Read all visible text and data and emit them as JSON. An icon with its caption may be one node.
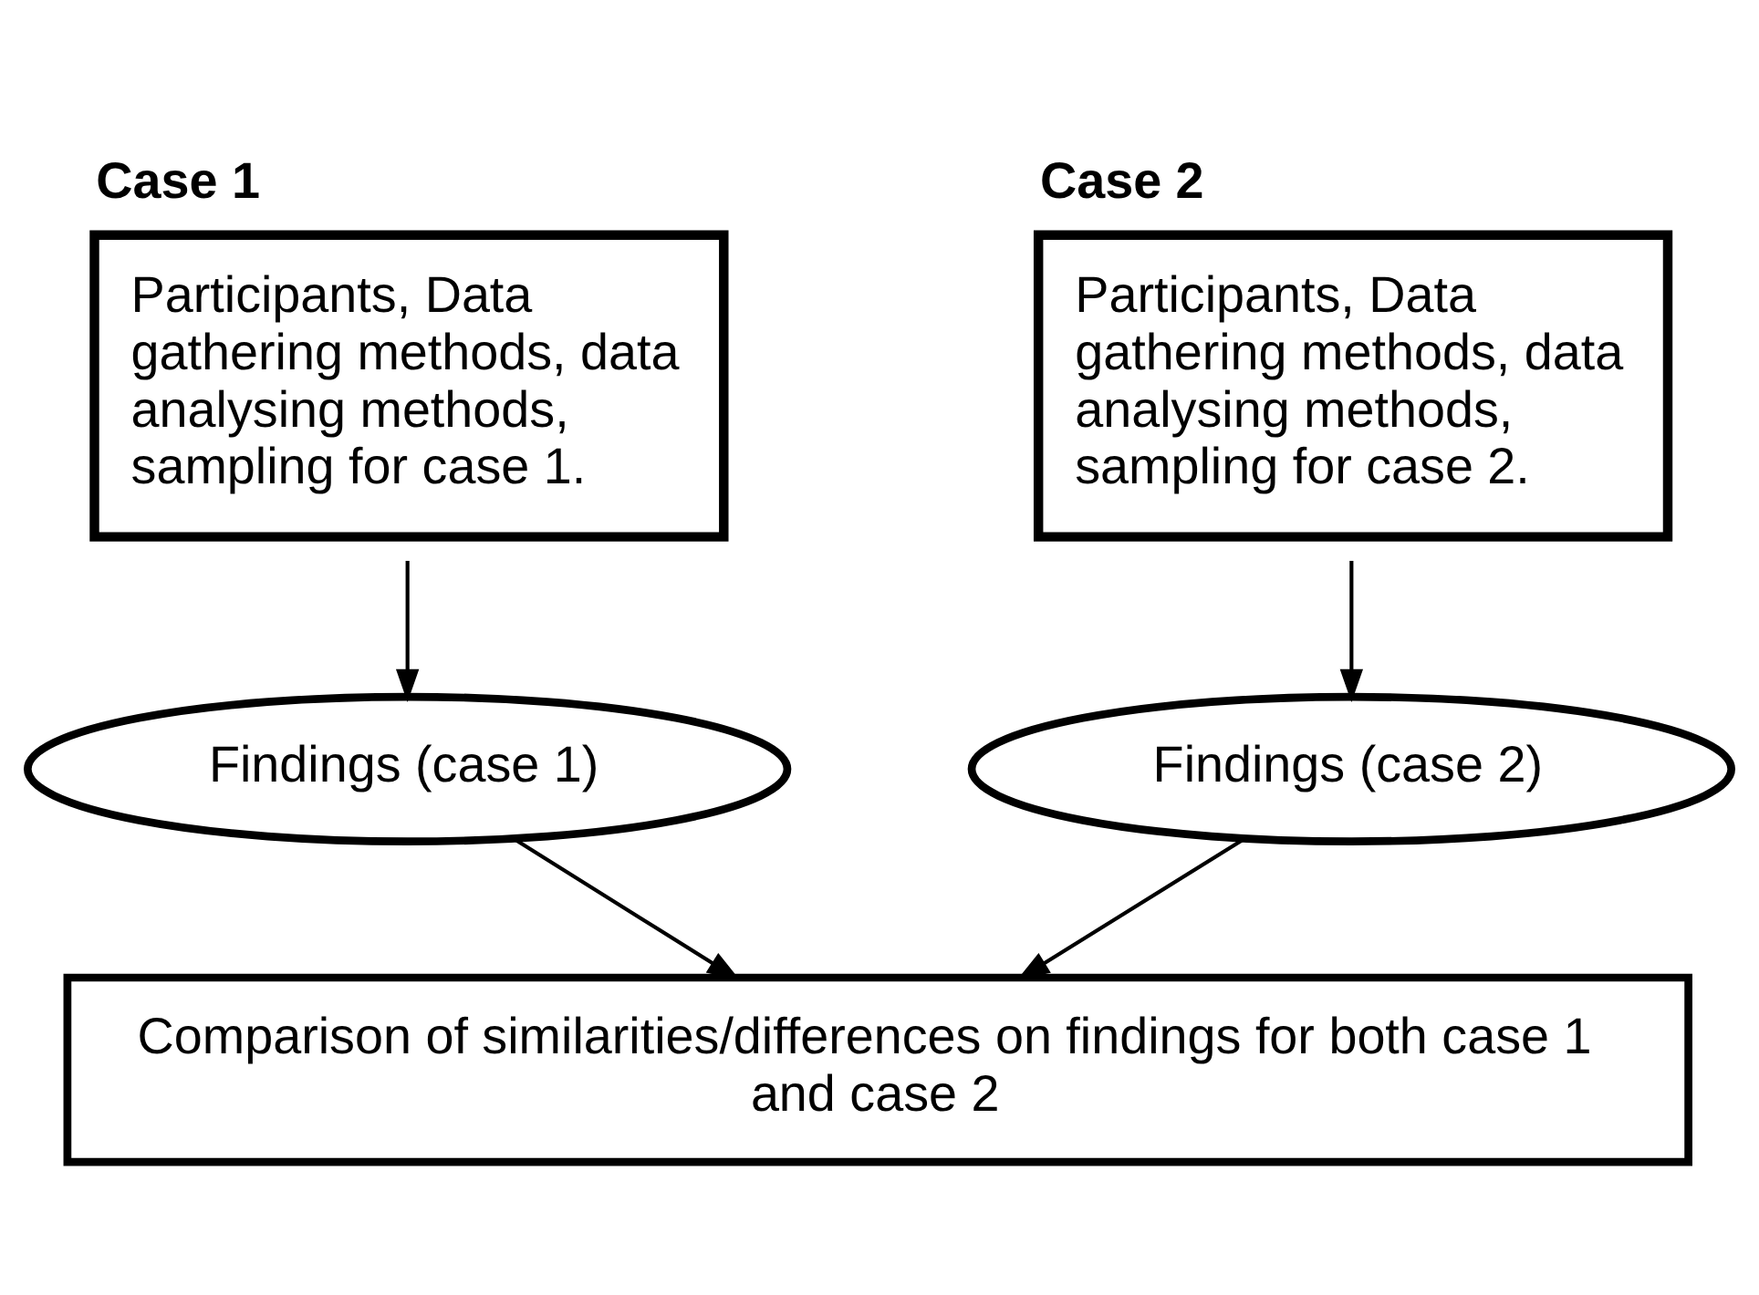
{
  "diagram": {
    "nodes": [
      {
        "text": [
          "Case 1",
          "Participants, Data gathering methods, data analysing methods, sampling for case 1."
        ]
      },
      {
        "text": [
          "Case 2",
          "Participants, Data gathering methods, data analysing methods, sampling for case 2."
        ]
      },
      {
        "text": [
          "Findings (case 1)"
        ]
      },
      {
        "text": [
          "Findings (case 2)"
        ]
      },
      {
        "text": [
          "Comparison of similarities/differences on findings for both case 1 and case 2"
        ]
      }
    ],
    "edges": [
      {
        "from": 0,
        "to": 2,
        "arrow": "to"
      },
      {
        "from": 1,
        "to": 3,
        "arrow": "to"
      },
      {
        "from": 2,
        "to": 4,
        "arrow": "to"
      },
      {
        "from": 3,
        "to": 4,
        "arrow": "to"
      }
    ]
  }
}
